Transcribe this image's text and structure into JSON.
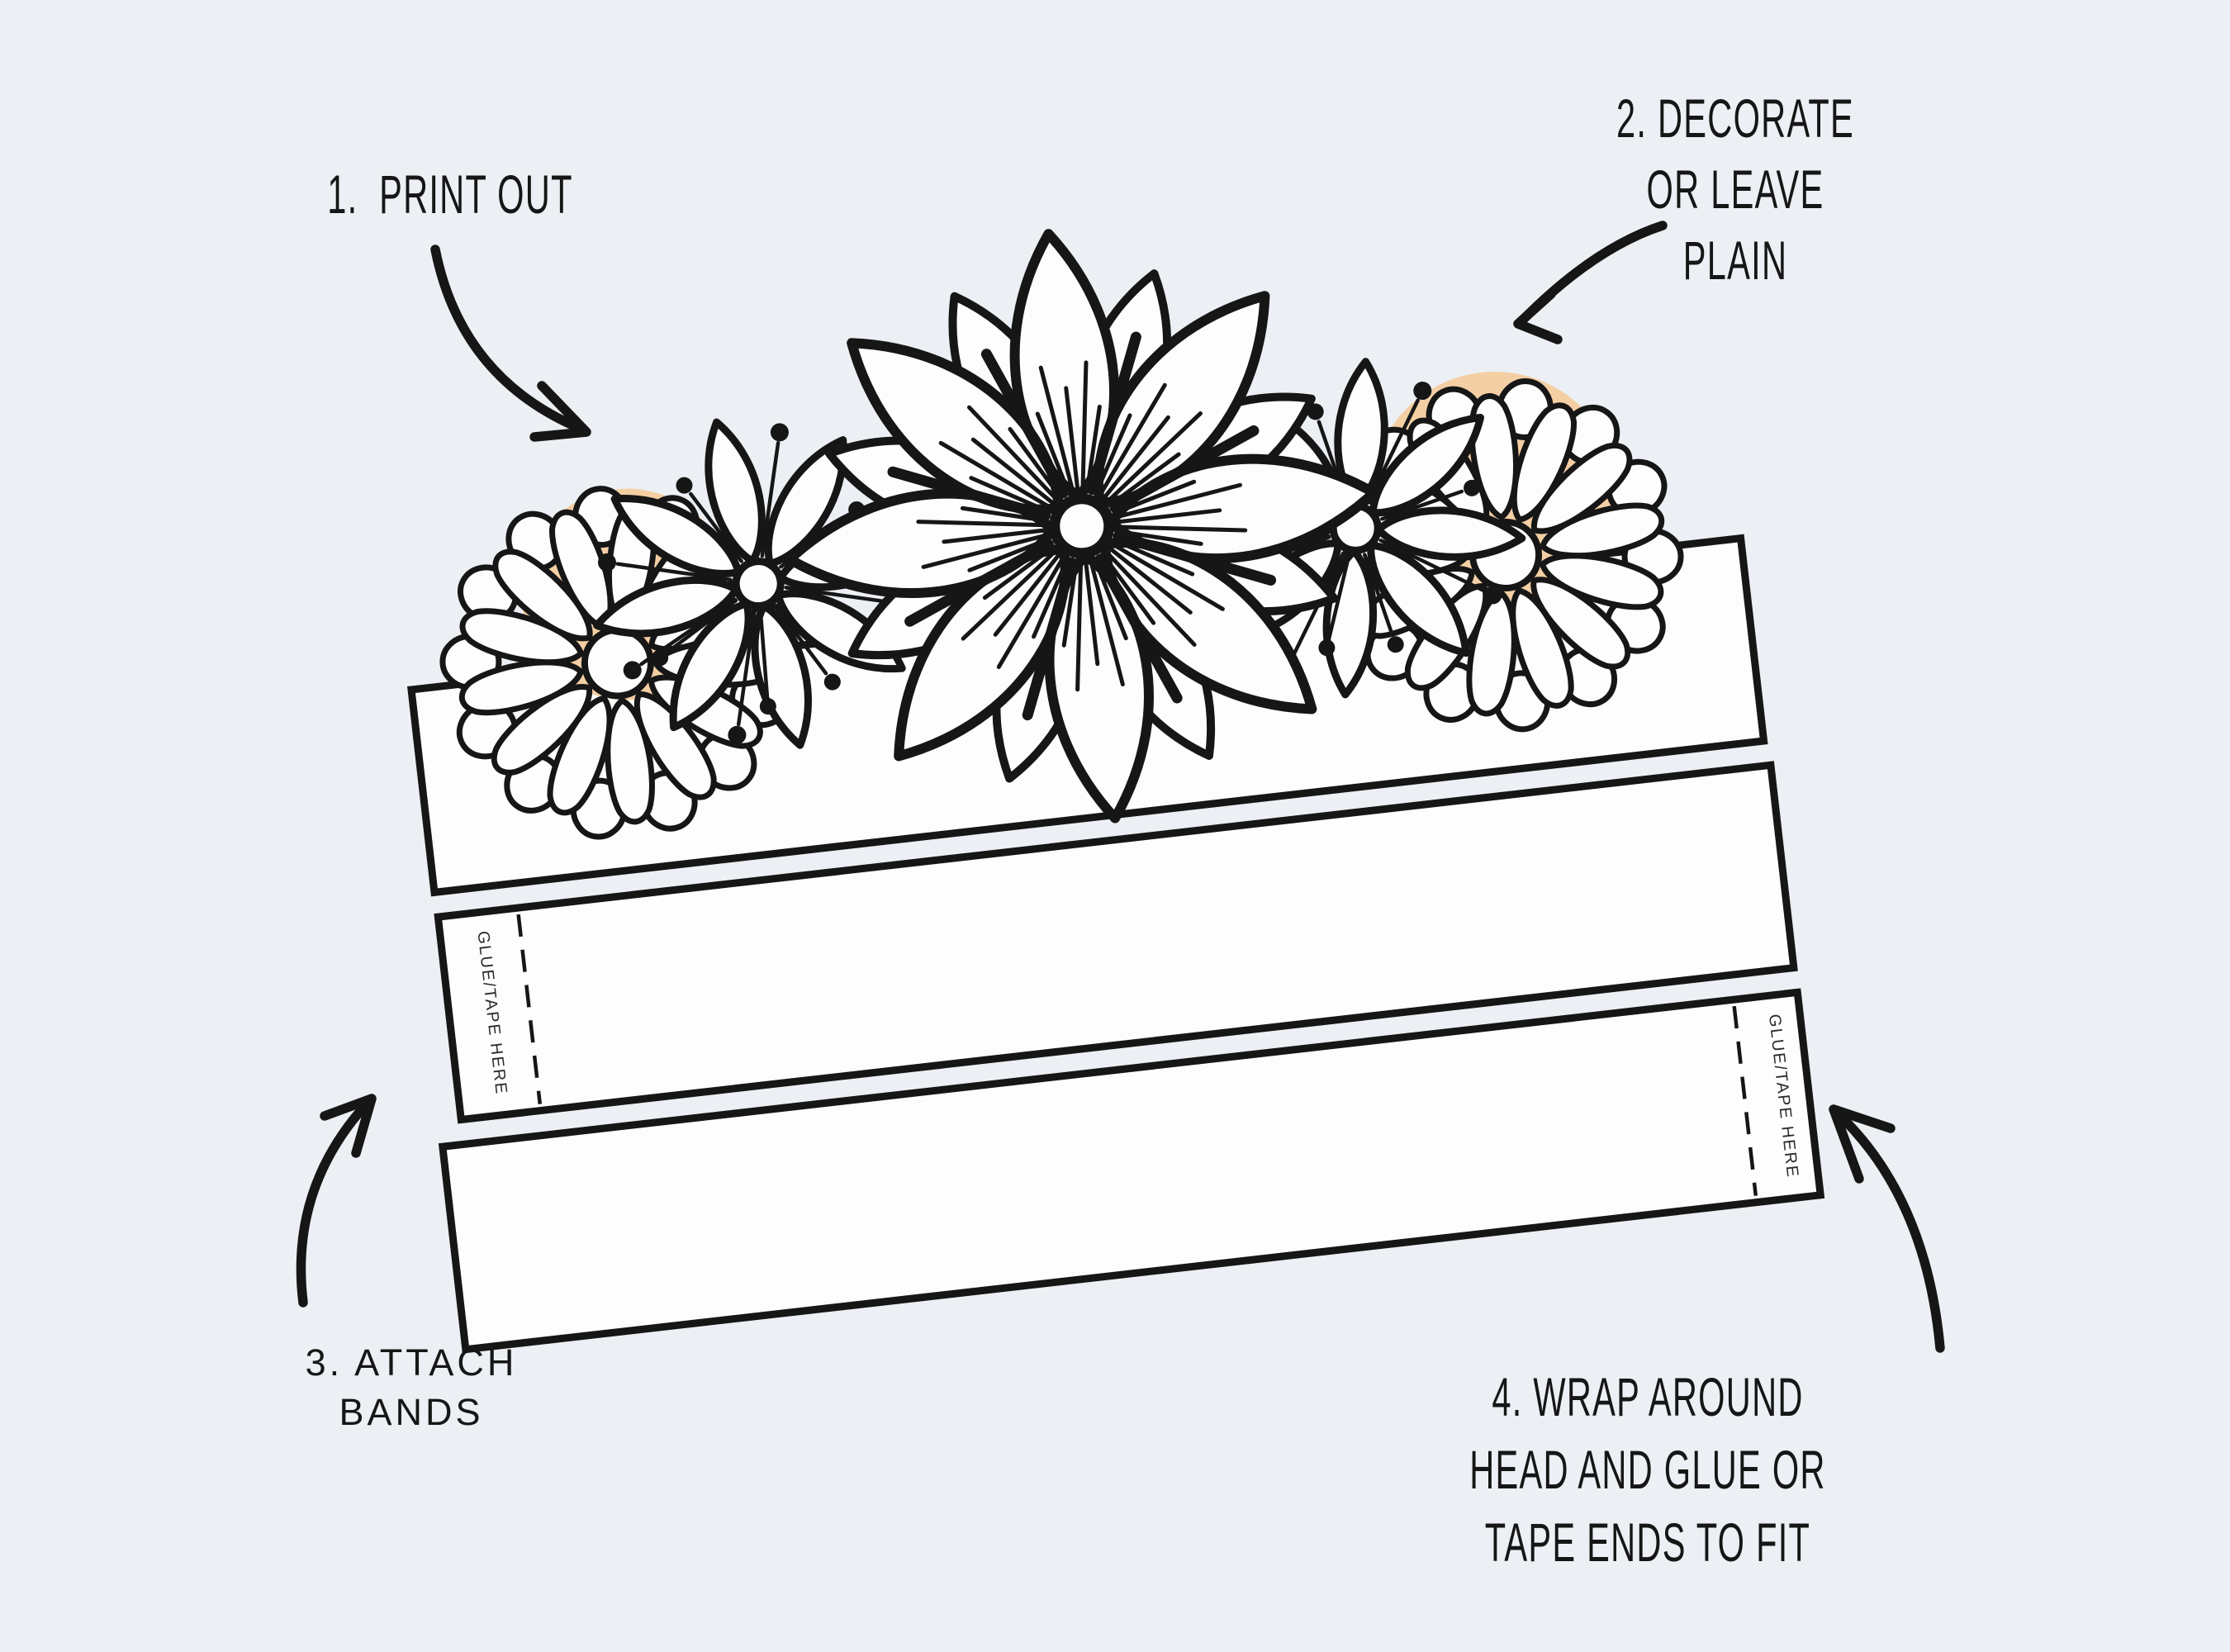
{
  "colors": {
    "background": "#ecf0f4",
    "ink": "#161616",
    "paper": "#fdfdfd",
    "accent_peach": "#f4cfa4"
  },
  "steps": {
    "one": {
      "label": "1.  PRINT OUT"
    },
    "two": {
      "lines": [
        "2. DECORATE",
        "OR LEAVE",
        "PLAIN"
      ]
    },
    "three": {
      "lines": [
        "3. ATTACH",
        "BANDS"
      ]
    },
    "four": {
      "lines": [
        "4. WRAP AROUND",
        "HEAD AND GLUE OR",
        "TAPE ENDS TO FIT"
      ]
    }
  },
  "bands": {
    "glue_tape_label": "GLUE/TAPE HERE"
  }
}
